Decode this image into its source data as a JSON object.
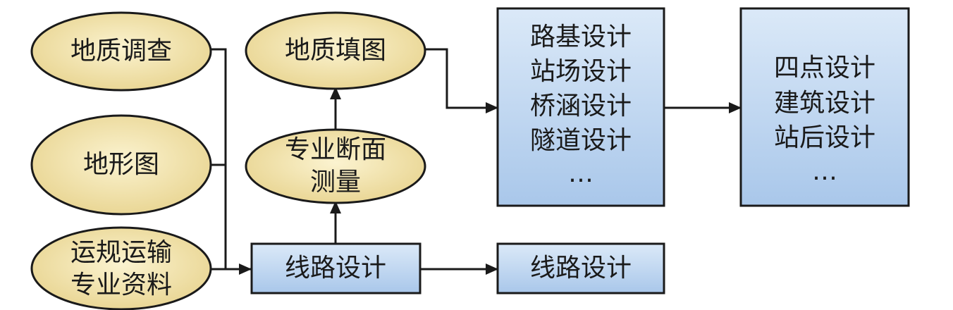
{
  "colors": {
    "ellipse_fill_center": "#fbf3d0",
    "ellipse_fill_edge": "#e8d490",
    "box_fill_top": "#dbe9f8",
    "box_fill_bottom": "#a9c7ea",
    "stroke": "#1a1a1a"
  },
  "nodes": {
    "geological_survey": {
      "lines": [
        "地质调查"
      ]
    },
    "topographic_map": {
      "lines": [
        "地形图"
      ]
    },
    "transport_planning_data": {
      "lines": [
        "运规运输",
        "专业资料"
      ]
    },
    "geological_mapping": {
      "lines": [
        "地质填图"
      ]
    },
    "section_survey": {
      "lines": [
        "专业断面",
        "测量"
      ]
    },
    "route_design_main": {
      "lines": [
        "线路设计"
      ]
    },
    "route_design_output": {
      "lines": [
        "线路设计"
      ]
    },
    "civil_designs": {
      "lines": [
        "路基设计",
        "站场设计",
        "桥涵设计",
        "隧道设计",
        "…"
      ]
    },
    "station_designs": {
      "lines": [
        "四点设计",
        "建筑设计",
        "站后设计",
        "…"
      ]
    }
  }
}
